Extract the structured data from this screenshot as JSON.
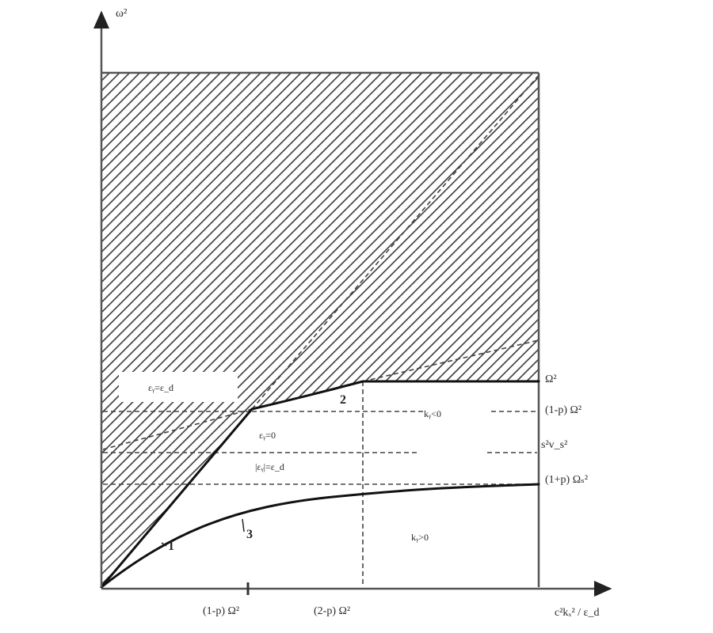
{
  "figure": {
    "type": "phase-diagram",
    "y_axis_label": "ω²",
    "x_axis_label": "c²kₓ² / ε_d",
    "x_ticks": [
      {
        "label": "(1-p) Ω²",
        "x": 313
      },
      {
        "label": "(2-p) Ω²",
        "x": 458
      }
    ],
    "right_labels": [
      {
        "id": "omega_sq",
        "label": "Ω²"
      },
      {
        "id": "one_minus_p",
        "label": "(1-p) Ω²"
      },
      {
        "id": "s2v2",
        "label": "s²v_s²"
      },
      {
        "id": "one_plus_p",
        "label": "(1+p) Ωₛ²"
      }
    ],
    "region_labels": {
      "eps_eq": "εᵧ=ε_d",
      "eps_zero": "εᵧ=0",
      "abs_eps": "|εᵧ|=ε_d",
      "k_neg": "kᵧ<0",
      "k_pos": "kᵧ>0"
    },
    "curve_labels": {
      "curve1": "1",
      "curve2": "2",
      "curve3": "3"
    },
    "colors": {
      "line": "#111111",
      "axis": "#555555",
      "hatch": "#3a3a3a",
      "dash": "#444444"
    }
  }
}
